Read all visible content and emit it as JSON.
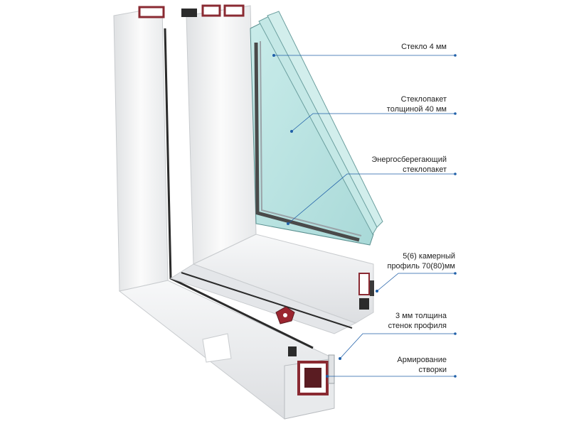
{
  "colors": {
    "leader": "#1f5fa8",
    "profile_white": "#f2f3f4",
    "profile_shadow": "#d7d9dc",
    "glass": "#b9e3e2",
    "glass_edge": "#5a8f8f",
    "seal": "#2b2b2b",
    "chamber_red": "#8a2a32"
  },
  "callouts": [
    {
      "id": "glass-4mm",
      "lines": [
        "Стекло 4 мм"
      ]
    },
    {
      "id": "double-glazing",
      "lines": [
        "Стеклопакет",
        "толщиной 40 мм"
      ]
    },
    {
      "id": "energy-saving",
      "lines": [
        "Энергосберегающий",
        "стеклопакет"
      ]
    },
    {
      "id": "chamber-profile",
      "lines": [
        "5(6) камерный",
        "профиль 70(80)мм"
      ]
    },
    {
      "id": "wall-thickness",
      "lines": [
        "3 мм толщина",
        "стенок профиля"
      ]
    },
    {
      "id": "reinforcement",
      "lines": [
        "Армирование",
        "створки"
      ]
    }
  ]
}
